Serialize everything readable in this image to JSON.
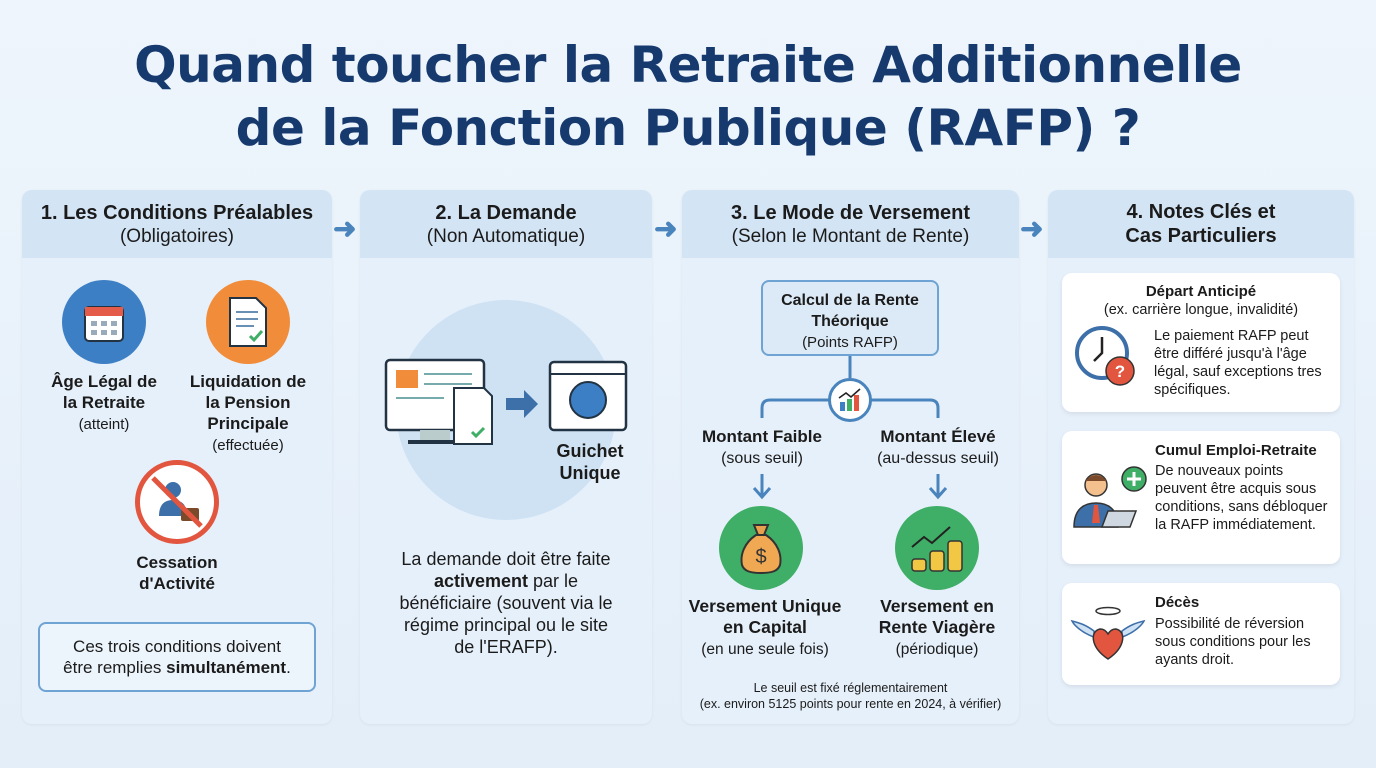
{
  "title": {
    "line1": "Quand toucher la Retraite Additionnelle",
    "line2": "de la Fonction Publique (RAFP) ?"
  },
  "col1": {
    "title": "1. Les Conditions Préalables",
    "subtitle": "(Obligatoires)",
    "items": [
      {
        "t1": "Âge Légal de",
        "t2": "la Retraite",
        "sub": "(atteint)",
        "icon": "calendar-icon"
      },
      {
        "t1": "Liquidation de",
        "t2": "la Pension",
        "t3": "Principale",
        "sub": "(effectuée)",
        "icon": "document-check-icon"
      },
      {
        "t1": "Cessation",
        "t2": "d'Activité",
        "icon": "no-work-icon"
      }
    ],
    "note1": "Ces trois conditions doivent",
    "note2": "être remplies ",
    "note_bold": "simultanément",
    "note_end": "."
  },
  "col2": {
    "title": "2. La Demande",
    "subtitle": "(Non Automatique)",
    "guichet1": "Guichet",
    "guichet2": "Unique",
    "text1": "La demande doit être faite",
    "text_bold": "activement",
    "text2": " par le",
    "text3": "bénéficiaire (souvent via le",
    "text4": "régime principal ou le site",
    "text5": "de l'ERAFP)."
  },
  "col3": {
    "title": "3. Le Mode de Versement",
    "subtitle": "(Selon le Montant de Rente)",
    "calc1": "Calcul de la Rente",
    "calc2": "Théorique",
    "calc_sub": "(Points RAFP)",
    "left": {
      "label": "Montant Faible",
      "sub": "(sous seuil)",
      "r1": "Versement Unique",
      "r2": "en Capital",
      "rsub": "(en une seule fois)"
    },
    "right": {
      "label": "Montant Élevé",
      "sub": "(au-dessus seuil)",
      "r1": "Versement en",
      "r2": "Rente Viagère",
      "rsub": "(périodique)"
    },
    "foot1": "Le seuil est fixé réglementairement",
    "foot2": "(ex. environ 5125 points pour rente en 2024, à vérifier)"
  },
  "col4": {
    "title1": "4. Notes Clés et",
    "title2": "Cas Particuliers",
    "cards": [
      {
        "title": "Départ Anticipé",
        "sub": "(ex. carrière longue, invalidité)",
        "text": "Le paiement RAFP peut être différé jusqu'à l'âge légal, sauf exceptions tres spécifiques."
      },
      {
        "title": "Cumul Emploi-Retraite",
        "text": "De nouveaux points peuvent être acquis sous conditions, sans débloquer la RAFP immédiatement."
      },
      {
        "title": "Décès",
        "text": "Possibilité de réversion sous conditions pour les ayants droit."
      }
    ]
  },
  "colors": {
    "title": "#173a6e",
    "accent": "#4a84bd",
    "green": "#3fae66"
  }
}
